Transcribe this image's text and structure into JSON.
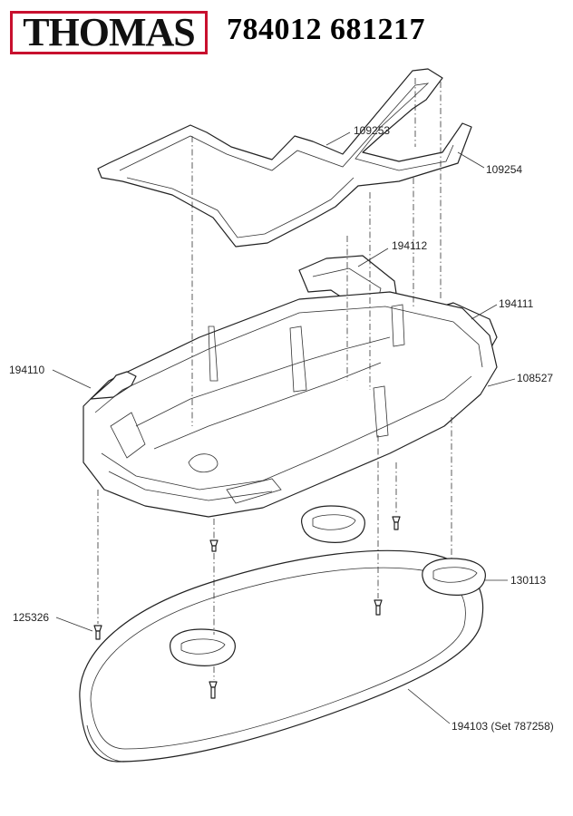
{
  "header": {
    "brand": "THOMAS",
    "model_numbers": "784012 681217"
  },
  "colors": {
    "brand_red": "#c8102e",
    "line": "#222222"
  },
  "parts": [
    {
      "id": "109253",
      "label": "109253"
    },
    {
      "id": "109254",
      "label": "109254"
    },
    {
      "id": "194112",
      "label": "194112"
    },
    {
      "id": "194111",
      "label": "194111"
    },
    {
      "id": "194110",
      "label": "194110"
    },
    {
      "id": "108527",
      "label": "108527"
    },
    {
      "id": "130113",
      "label": "130113"
    },
    {
      "id": "125326",
      "label": "125326"
    },
    {
      "id": "194103",
      "label": "194103 (Set 787258)"
    }
  ]
}
